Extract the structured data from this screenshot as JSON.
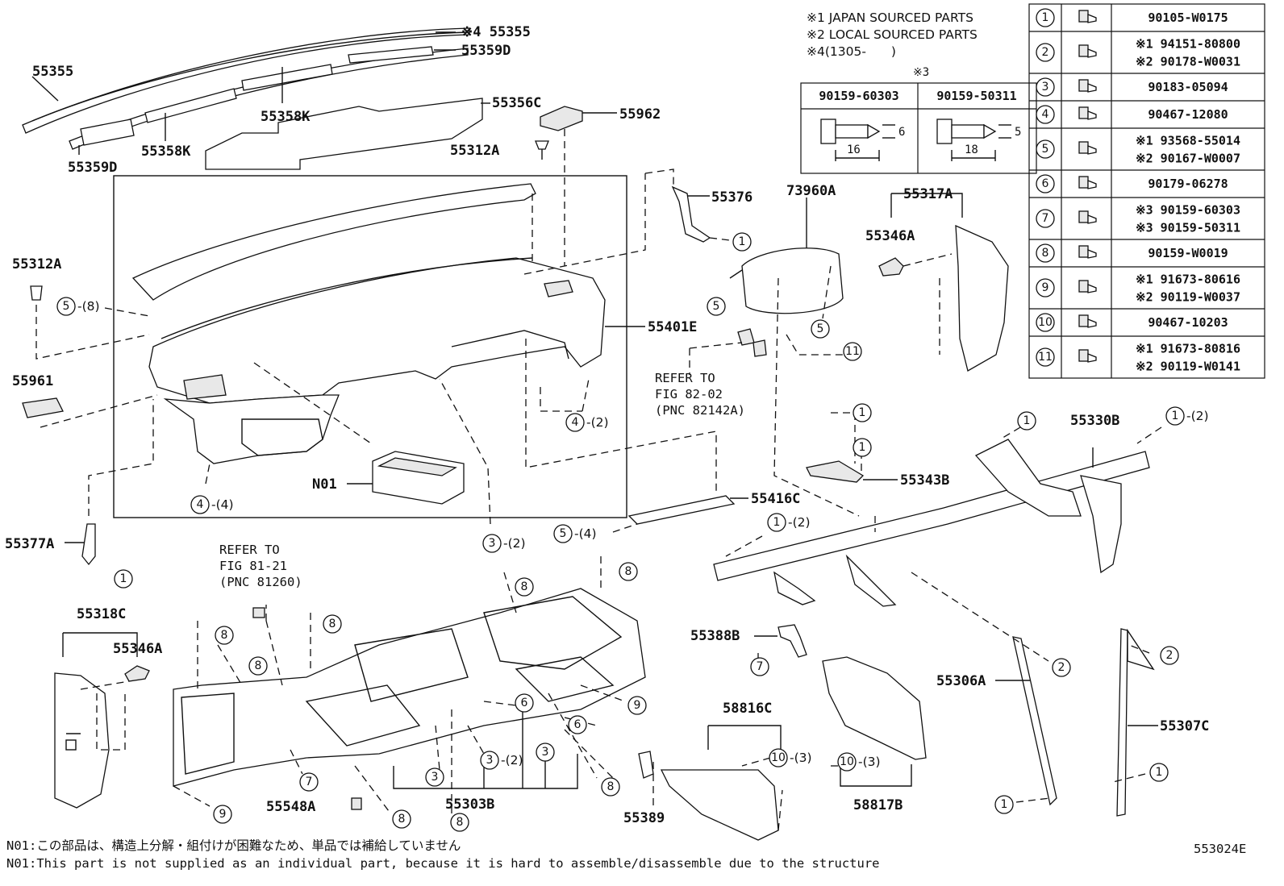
{
  "notes": {
    "japan": "※1 JAPAN SOURCED PARTS",
    "local": "※2 LOCAL SOURCED PARTS",
    "date": "※4(1305-　　)"
  },
  "bolt_box": {
    "header": "※3",
    "col1": "90159-60303",
    "col2": "90159-50311",
    "dim1_len": "16",
    "dim1_h": "6",
    "dim2_len": "18",
    "dim2_h": "5"
  },
  "fastener_table": [
    {
      "no": "1",
      "parts": [
        "90105-W0175"
      ]
    },
    {
      "no": "2",
      "parts": [
        "※1 94151-80800",
        "※2 90178-W0031"
      ]
    },
    {
      "no": "3",
      "parts": [
        "90183-05094"
      ]
    },
    {
      "no": "4",
      "parts": [
        "90467-12080"
      ]
    },
    {
      "no": "5",
      "parts": [
        "※1 93568-55014",
        "※2 90167-W0007"
      ]
    },
    {
      "no": "6",
      "parts": [
        "90179-06278"
      ]
    },
    {
      "no": "7",
      "parts": [
        "※3 90159-60303",
        "※3 90159-50311"
      ]
    },
    {
      "no": "8",
      "parts": [
        "90159-W0019"
      ]
    },
    {
      "no": "9",
      "parts": [
        "※1 91673-80616",
        "※2 90119-W0037"
      ]
    },
    {
      "no": "10",
      "parts": [
        "90467-10203"
      ]
    },
    {
      "no": "11",
      "parts": [
        "※1 91673-80816",
        "※2 90119-W0141"
      ]
    }
  ],
  "labels": {
    "p55355a": "※4 55355",
    "p55355b": "55355",
    "p55359d_a": "55359D",
    "p55359d_b": "55359D",
    "p55358k_a": "55358K",
    "p55358k_b": "55358K",
    "p55356c": "55356C",
    "p55962": "55962",
    "p55312a_a": "55312A",
    "p55312a_b": "55312A",
    "p55376": "55376",
    "p73960a": "73960A",
    "p55317a": "55317A",
    "p55346a_a": "55346A",
    "p55346a_b": "55346A",
    "p55401e": "55401E",
    "p55961": "55961",
    "refer1": [
      "REFER TO",
      "FIG 82-02",
      "(PNC 82142A)"
    ],
    "refer2": [
      "REFER TO",
      "FIG 81-21",
      "(PNC 81260)"
    ],
    "n01": "N01",
    "p55416c": "55416C",
    "p55343b": "55343B",
    "p55330b": "55330B",
    "p55377a": "55377A",
    "p55318c": "55318C",
    "p55388b": "55388B",
    "p58816c": "58816C",
    "p55306a": "55306A",
    "p55307c": "55307C",
    "p55548a": "55548A",
    "p55303b": "55303B",
    "p55389": "55389",
    "p58817b": "58817B",
    "fig_id": "553024E"
  },
  "callouts": {
    "c5_8": "(8)",
    "c4_2": "(2)",
    "c4_4": "(4)",
    "c3_2": "(2)",
    "c5_4": "(4)",
    "c1_2a": "(2)",
    "c1_2b": "(2)",
    "c3_2b": "(2)",
    "c10_3a": "(3)",
    "c10_3b": "(3)"
  },
  "footnotes": {
    "jp": "N01:この部品は、構造上分解・組付けが困難なため、単品では補給していません",
    "en": "N01:This part is not supplied as an individual part, because it is hard to assemble/disassemble due to the structure"
  }
}
